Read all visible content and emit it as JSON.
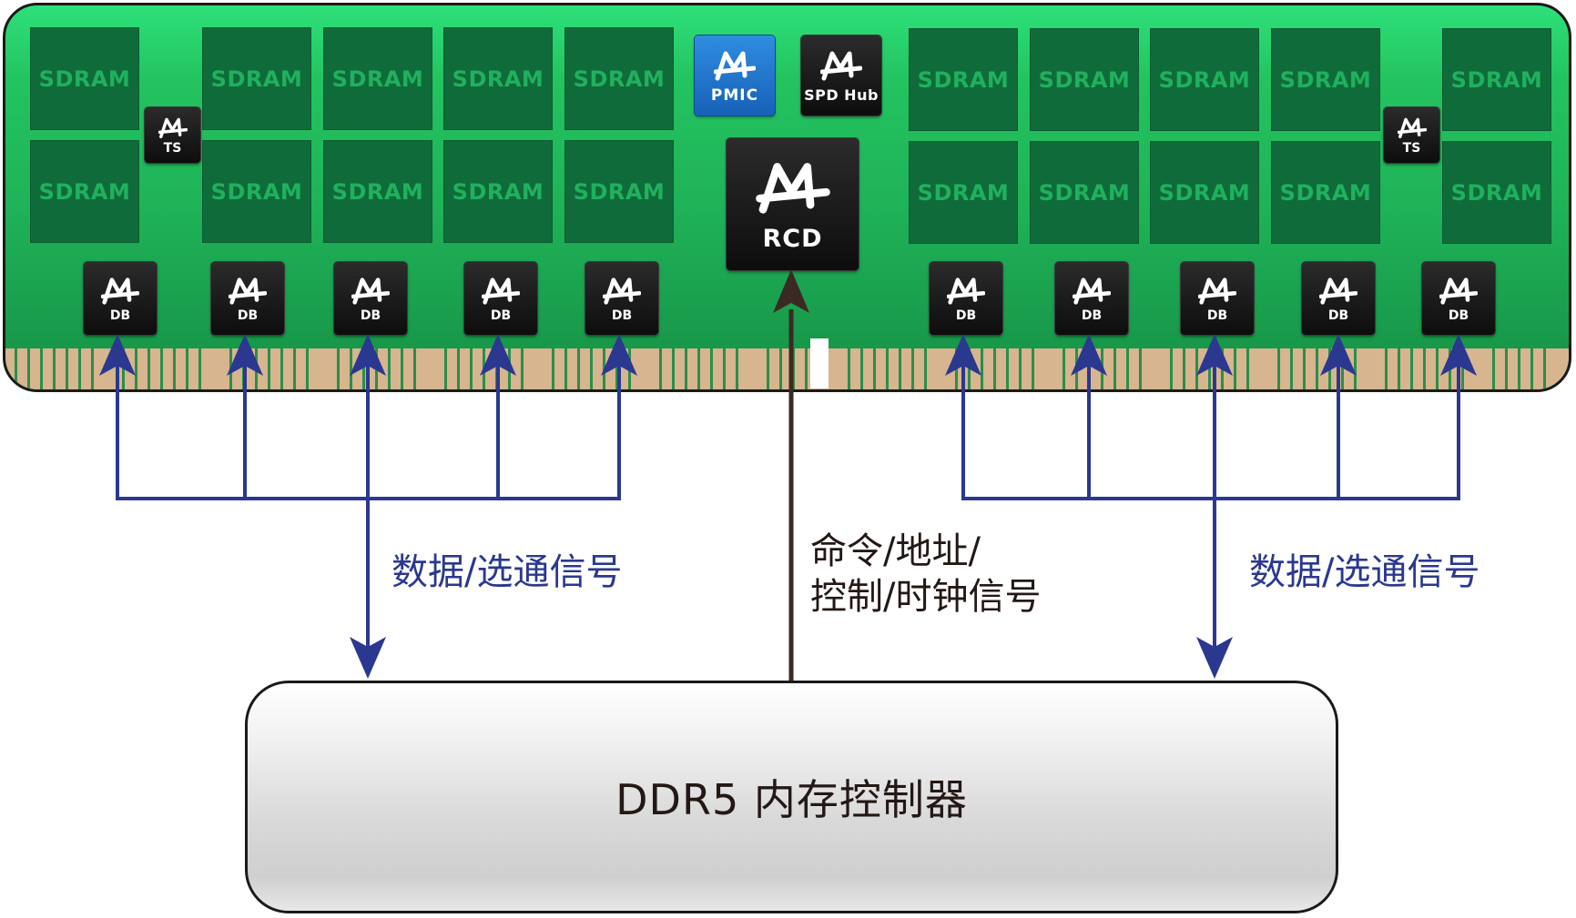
{
  "module": {
    "sdram_label": "SDRAM",
    "pmic_label": "PMIC",
    "spd_label": "SPD Hub",
    "rcd_label": "RCD",
    "ts_label": "TS",
    "db_label": "DB"
  },
  "signals": {
    "left_data": "数据/选通信号",
    "right_data": "数据/选通信号",
    "cmd_line1": "命令/地址/",
    "cmd_line2": "控制/时钟信号"
  },
  "controller": {
    "label": "DDR5 内存控制器"
  },
  "colors": {
    "pcb": "#1fb157",
    "sdram_block": "#106b3a",
    "sdram_text": "#1fb15e",
    "chip": "#111111",
    "pmic": "#1f73c8",
    "data_wire": "#2b3890",
    "cmd_wire": "#3b2a24",
    "contact": "#d7b58e"
  }
}
